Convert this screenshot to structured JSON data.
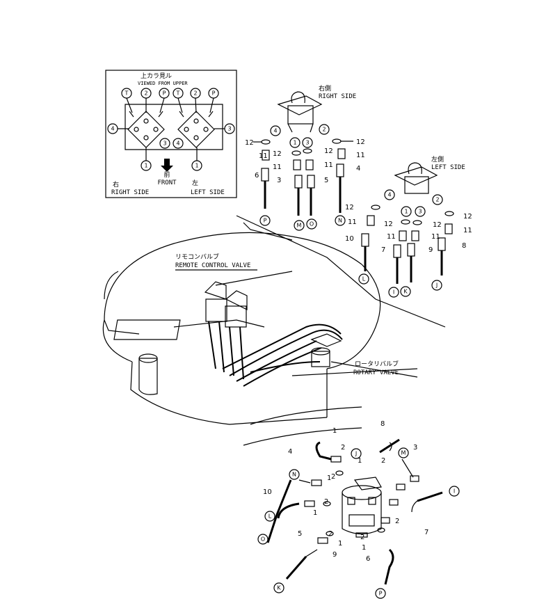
{
  "inset": {
    "title_jp": "上カラ見ル",
    "title_en": "VIEWED FROM UPPER",
    "front_jp": "前",
    "front_en": "FRONT",
    "right_jp": "右",
    "right_en": "RIGHT SIDE",
    "left_jp": "左",
    "left_en": "LEFT SIDE",
    "port_labels": [
      "T",
      "2",
      "P",
      "T",
      "2",
      "P",
      "4",
      "3",
      "4",
      "3",
      "1",
      "1"
    ]
  },
  "right_valve": {
    "label_jp": "右側",
    "label_en": "RIGHT SIDE",
    "ports": [
      "4",
      "2",
      "1",
      "3"
    ],
    "part_numbers": [
      "12",
      "12",
      "11",
      "12",
      "12",
      "11",
      "11",
      "11",
      "6",
      "3",
      "5",
      "4"
    ],
    "hose_letters": [
      "P",
      "M",
      "O",
      "N"
    ]
  },
  "left_valve": {
    "label_jp": "左側",
    "label_en": "LEFT SIDE",
    "ports": [
      "4",
      "2",
      "1",
      "3"
    ],
    "part_numbers": [
      "12",
      "12",
      "11",
      "12",
      "12",
      "11",
      "10",
      "11",
      "11",
      "7",
      "9",
      "8"
    ],
    "hose_letters": [
      "L",
      "I",
      "K",
      "J"
    ]
  },
  "main_labels": {
    "remote_jp": "リモコンバルブ",
    "remote_en": "REMOTE CONTROL VALVE",
    "rotary_jp": "ロータリバルブ",
    "rotary_en": "ROTARY VALVE"
  },
  "rotary_detail": {
    "part_numbers": [
      "8",
      "3",
      "1",
      "2",
      "4",
      "1",
      "2",
      "10",
      "1",
      "2",
      "2",
      "1",
      "2",
      "7",
      "5",
      "1",
      "2",
      "1",
      "9",
      "6",
      "2"
    ],
    "hose_letters": [
      "J",
      "M",
      "N",
      "I",
      "L",
      "O",
      "K",
      "P"
    ]
  }
}
